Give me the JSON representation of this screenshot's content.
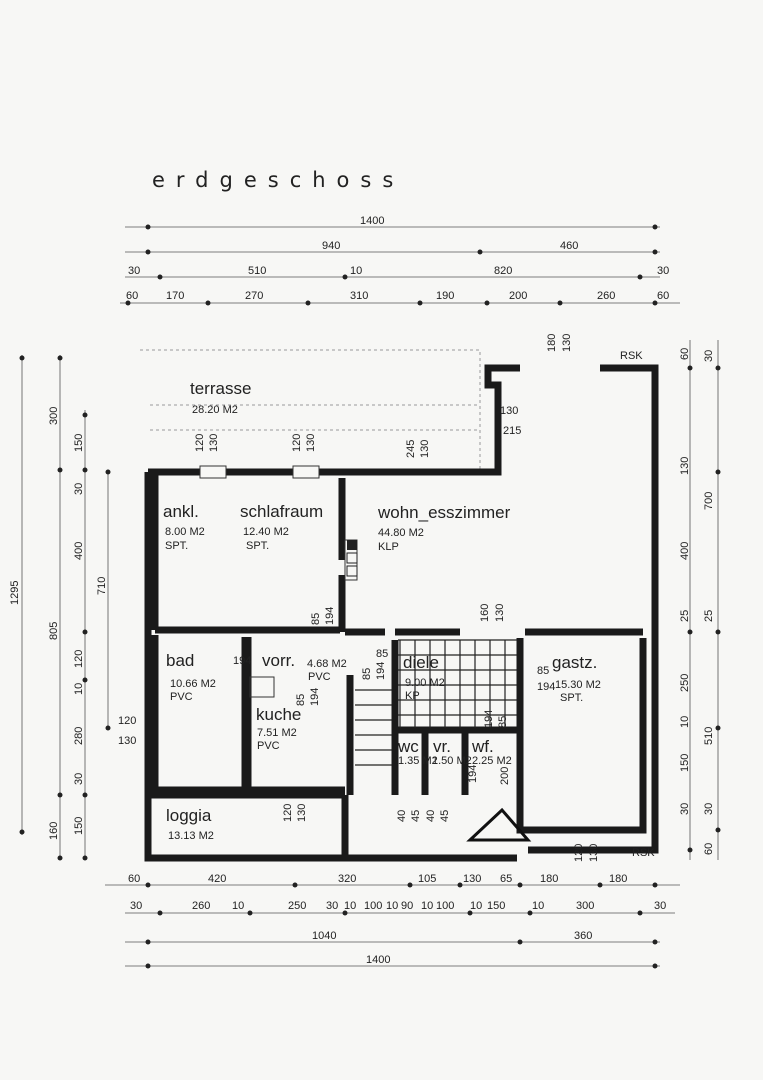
{
  "title": "erdgeschoss",
  "rooms": {
    "terrasse": {
      "name": "terrasse",
      "area": "28.20 M2",
      "floor": ""
    },
    "ankl": {
      "name": "ankl.",
      "area": "8.00 M2",
      "floor": "SPT."
    },
    "schlafraum": {
      "name": "schlafraum",
      "area": "12.40 M2",
      "floor": "SPT."
    },
    "wohn": {
      "name": "wohn_esszimmer",
      "area": "44.80 M2",
      "floor": "KLP"
    },
    "bad": {
      "name": "bad",
      "area": "10.66 M2",
      "floor": "PVC"
    },
    "vorr": {
      "name": "vorr.",
      "area": "4.68 M2",
      "floor": "PVC"
    },
    "diele": {
      "name": "diele",
      "area": "9.00 M2",
      "floor": "KP"
    },
    "gastz": {
      "name": "gastz.",
      "area": "15.30 M2",
      "floor": "SPT."
    },
    "kuche": {
      "name": "kuche",
      "area": "7.51 M2",
      "floor": "PVC"
    },
    "wc": {
      "name": "wc",
      "area": "1.35 M2",
      "floor": ""
    },
    "vr": {
      "name": "vr.",
      "area": "1.50 M2",
      "floor": ""
    },
    "wf": {
      "name": "wf.",
      "area": "2.25 M2",
      "floor": ""
    },
    "loggia": {
      "name": "loggia",
      "area": "13.13 M2",
      "floor": ""
    }
  },
  "markers": {
    "rsk_top": "RSK",
    "rsk_bottom": "RSK"
  },
  "dimensions": {
    "top": {
      "row1": [
        "1400"
      ],
      "row2": [
        "940",
        "460"
      ],
      "row3": [
        "30",
        "510",
        "10",
        "820",
        "30"
      ],
      "row4": [
        "60",
        "170",
        "270",
        "310",
        "190",
        "200",
        "260",
        "60"
      ]
    },
    "bottom": {
      "row1": [
        "60",
        "420",
        "320",
        "105",
        "130",
        "65",
        "180",
        "180"
      ],
      "row2": [
        "30",
        "260",
        "10",
        "250",
        "30",
        "10",
        "100",
        "10",
        "90",
        "10",
        "100",
        "10",
        "150",
        "10",
        "300",
        "30"
      ],
      "row3": [
        "1040",
        "360"
      ],
      "row4": [
        "1400"
      ]
    },
    "left": {
      "outer": "1295",
      "mid": [
        "300",
        "400",
        "805",
        "160"
      ],
      "inner": [
        "150",
        "30",
        "710",
        "120",
        "10",
        "280",
        "30",
        "150"
      ],
      "side": [
        "120",
        "130"
      ]
    },
    "right": {
      "outer": [
        "700",
        "510"
      ],
      "inner": [
        "60",
        "30",
        "130",
        "400",
        "25",
        "25",
        "250",
        "10",
        "150",
        "30",
        "30",
        "60"
      ]
    },
    "interior": [
      "180",
      "130",
      "130",
      "215",
      "245",
      "130",
      "120",
      "130",
      "120",
      "130",
      "85",
      "194",
      "160",
      "130",
      "85",
      "194",
      "85",
      "194",
      "85",
      "194",
      "194",
      "85",
      "194",
      "85",
      "194",
      "200",
      "40",
      "45",
      "40",
      "45",
      "120",
      "130",
      "120",
      "130",
      "194"
    ]
  }
}
